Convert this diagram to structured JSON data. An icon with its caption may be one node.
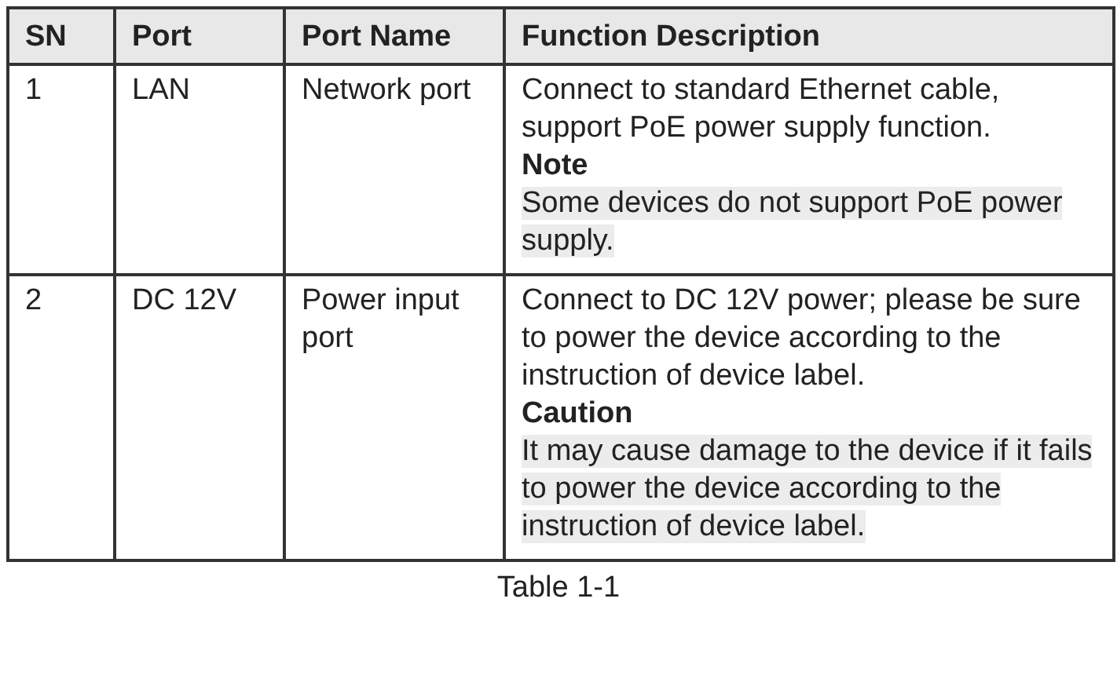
{
  "diagram": {
    "caption": "Table 1-1",
    "labels": [
      "SN",
      "Port",
      "Port Name",
      "Function Description",
      "1",
      "LAN",
      "Network port",
      "Connect to standard Ethernet cable, support PoE power supply function.",
      "Note",
      "Some devices do not support PoE power supply.",
      "2",
      "DC 12V",
      "Power input port",
      "Connect to DC 12V power; please be sure to power the device according to the instruction of device label.",
      "Caution",
      "It may cause damage to the device if it fails to power the device according to the instruction of device label."
    ]
  }
}
